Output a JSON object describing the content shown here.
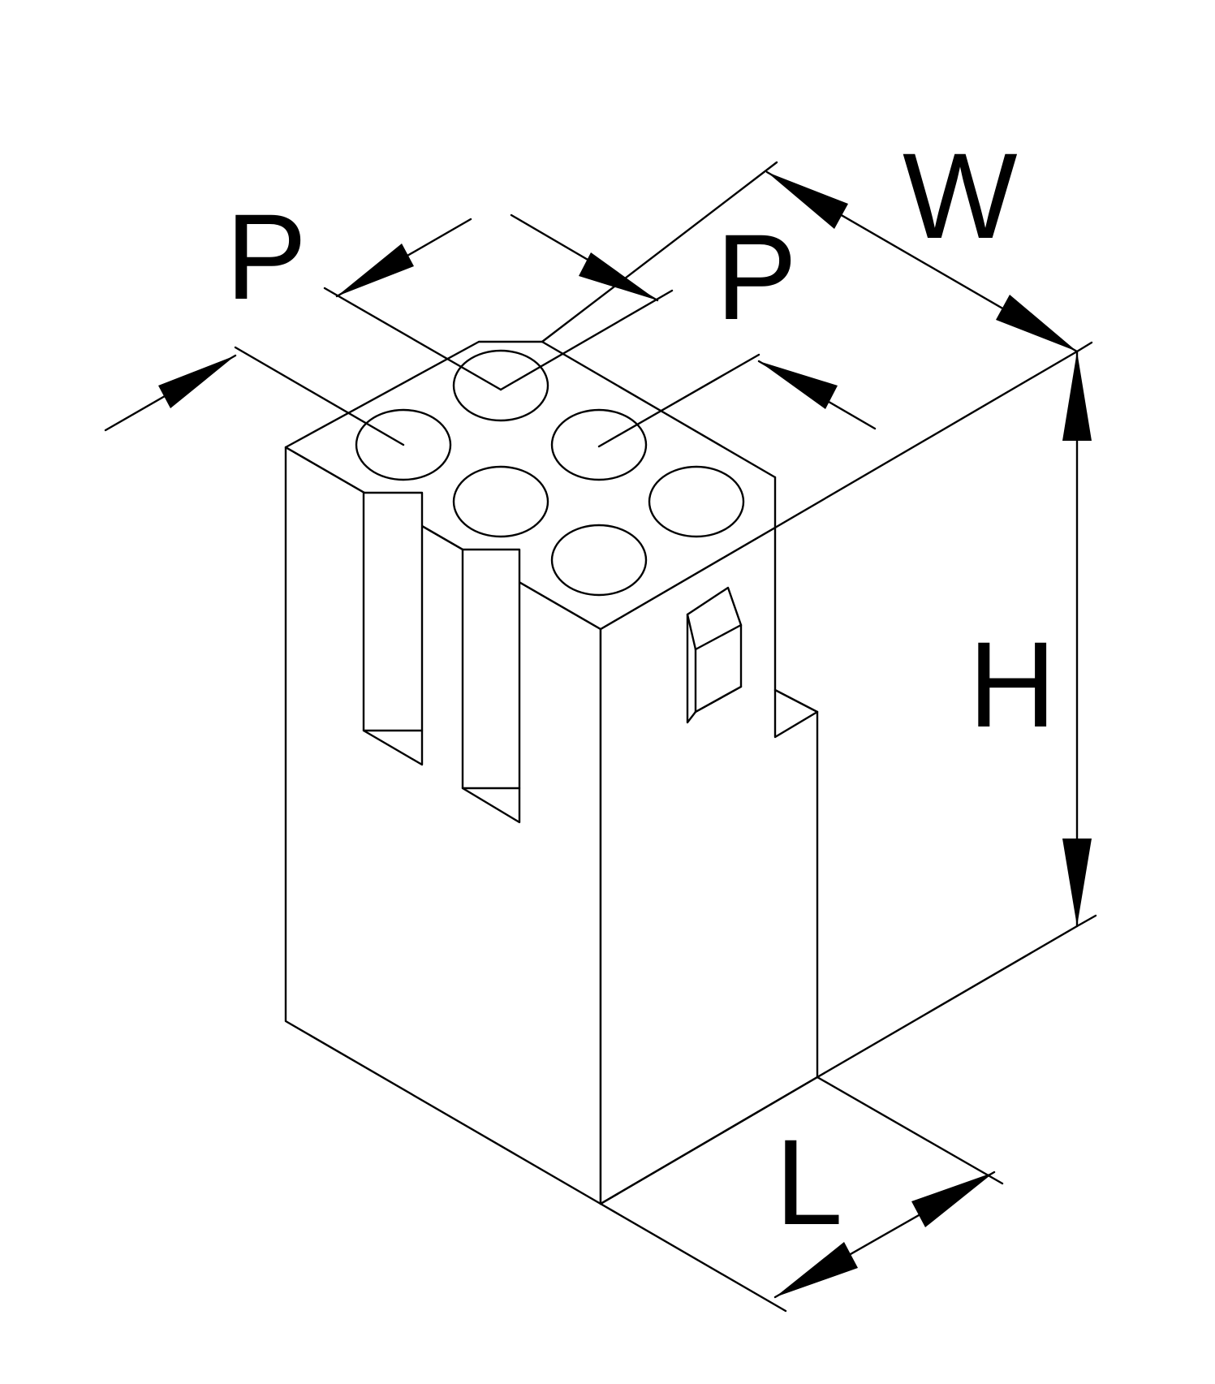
{
  "labels": {
    "pitch_left": "P",
    "pitch_right": "P",
    "width": "W",
    "height": "H",
    "length": "L"
  },
  "connector": {
    "hole_count": 6,
    "rows": 2,
    "columns": 3
  },
  "colors": {
    "line": "#000000",
    "background": "#ffffff"
  }
}
